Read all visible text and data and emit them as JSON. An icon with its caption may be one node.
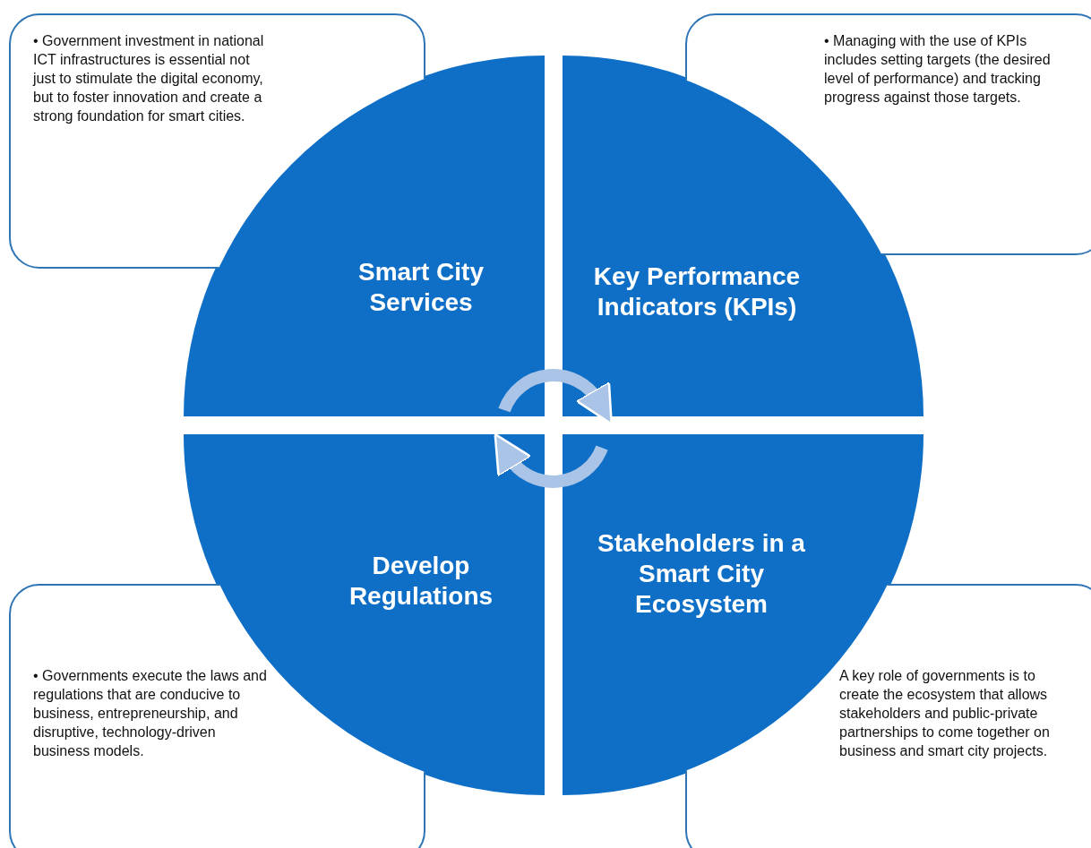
{
  "diagram": {
    "nodes": [
      {
        "text": [
          "• Government investment in national ICT infrastructures is essential not just to stimulate the digital economy, but to foster innovation and create a strong foundation for smart cities."
        ]
      },
      {
        "text": [
          "• Managing with the use of KPIs includes setting targets (the desired level of performance) and tracking progress against those targets."
        ]
      },
      {
        "text": [
          "• Governments execute the laws and regulations that are conducive to business, entrepreneurship, and disruptive, technology-driven business models."
        ]
      },
      {
        "text": [
          "A key role of governments is to create the ecosystem that allows stakeholders and public-private partnerships to come together on business and smart city projects."
        ]
      },
      {
        "text": [
          "Smart City Services"
        ]
      },
      {
        "text": [
          "Key Performance Indicators (KPIs)"
        ]
      },
      {
        "text": [
          "Develop Regulations"
        ]
      },
      {
        "text": [
          "Stakeholders in a Smart City Ecosystem"
        ]
      }
    ],
    "edges": [
      {
        "from": 4,
        "to": 5,
        "arrow": "to"
      },
      {
        "from": 7,
        "to": 6,
        "arrow": "to"
      }
    ]
  }
}
